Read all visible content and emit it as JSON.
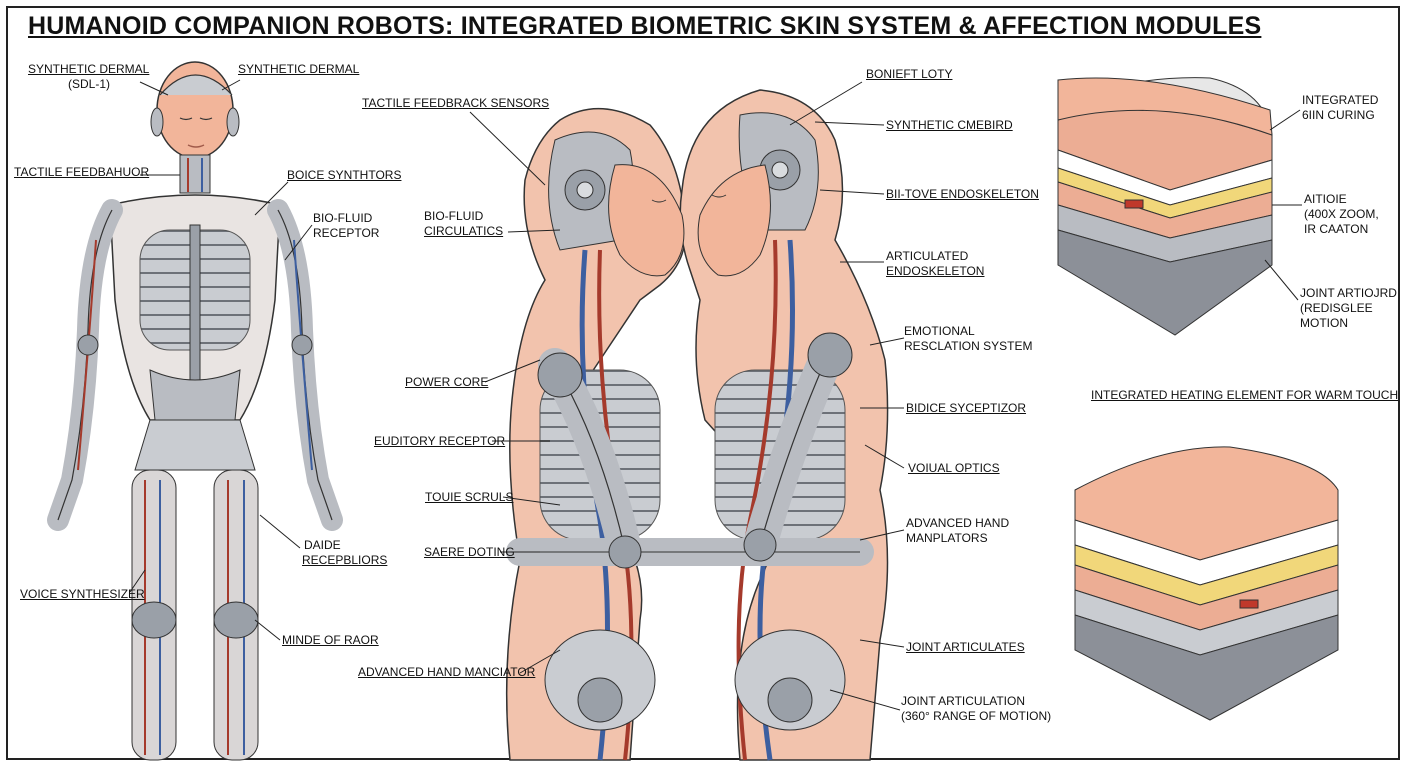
{
  "title": "HUMANOID COMPANION ROBOTS: INTEGRATED BIOMETRIC SKIN SYSTEM & AFFECTION MODULES",
  "colors": {
    "skin": "#f2b59a",
    "skin_dark": "#e39a7d",
    "metal": "#b9bcc2",
    "metal_dark": "#7d8189",
    "wire_blue": "#3d5fa0",
    "wire_red": "#a53a2c",
    "insulation_yellow": "#f1d77a",
    "outline": "#333333"
  },
  "labels": {
    "synthetic_dermal_left": [
      "SYNTHETIC DERMAL",
      "(SDL-1)"
    ],
    "synthetic_dermal_right": [
      "SYNTHETIC DERMAL"
    ],
    "tactile_feedback_left": [
      "TACTILE FEEDBAHUOR"
    ],
    "boice_synthtors": [
      "BOICE SYNTHTORS"
    ],
    "bio_fluid_receptor": [
      "BIO-FLUID",
      "RECEPTOR"
    ],
    "daide_receptors": [
      "DAIDE",
      "RECEPBLIORS"
    ],
    "voice_synthesizer": [
      "VOICE SYNTHESIZER"
    ],
    "minde_of_raor": [
      "MINDE OF RAOR"
    ],
    "tactile_feedback_sensors": [
      "TACTILE FEEDBRACK SENSORS"
    ],
    "bio_fluid_circulatics": [
      "BIO-FLUID",
      "CIRCULATICS"
    ],
    "power_core": [
      "POWER CORE"
    ],
    "euditory_receptor": [
      "EUDITORY RECEPTOR"
    ],
    "touie_scruls": [
      "TOUIE SCRULS"
    ],
    "saere_doting": [
      "SAERE DOTING"
    ],
    "advanced_hand_manciator": [
      "ADVANCED HAND MANCIATOR"
    ],
    "boniet_loty": [
      "BONIEFT LOTY"
    ],
    "synthetic_cmebird": [
      "SYNTHETIC CMEBIRD"
    ],
    "bi_tove_endoskeleton": [
      "BII-TOVE ENDOSKELETON"
    ],
    "articulated_endoskeleton": [
      "ARTICULATED",
      "ENDOSKELETON"
    ],
    "emotional_resclation": [
      "EMOTIONAL",
      "RESCLATION SYSTEM"
    ],
    "bidice_syceptizor": [
      "BIDICE SYCEPTIZOR"
    ],
    "voiual_optics": [
      "VOIUAL OPTICS"
    ],
    "advanced_hand_manplators": [
      "ADVANCED HAND",
      "MANPLATORS"
    ],
    "joint_articulates": [
      "JOINT ARTICULATES"
    ],
    "joint_articulation": [
      "JOINT ARTICULATION",
      "(360° RANGE OF MOTION)"
    ],
    "integrated_skin_curing": [
      "INTEGRATED",
      "6IIN CURING"
    ],
    "aitioie_zoom": [
      "AITIOIE",
      "(400X ZOOM,",
      "IR CAATON"
    ],
    "joint_artiojrd": [
      "JOINT ARTIOJRD",
      "(REDISGLEE",
      "MOTION"
    ]
  },
  "heat_caption": "INTEGRATED HEATING ELEMENT FOR WARM TOUCH"
}
